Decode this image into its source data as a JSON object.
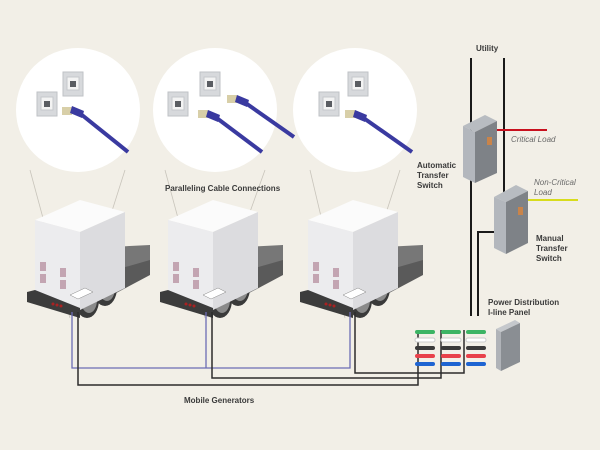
{
  "diagram": {
    "title": "Mobile generator paralleling setup",
    "labels": {
      "utility": "Utility",
      "paralleling": "Paralleling Cable Connections",
      "ats": [
        "Automatic",
        "Transfer",
        "Switch"
      ],
      "mts": [
        "Manual",
        "Transfer",
        "Switch"
      ],
      "pdp": [
        "Power Distribution",
        "I-line Panel"
      ],
      "mobile_generators": "Mobile Generators",
      "critical_load": "Critical Load",
      "non_critical_load": [
        "Non-Critical",
        "Load"
      ]
    },
    "colors": {
      "background": "#f2efe7",
      "critical_line": "#c8101e",
      "non_critical_line": "#d8dc1c",
      "paralleling_cable": "#3a3aa0",
      "power_cable": "#2c2c2c",
      "connector_colors": [
        "#3cb464",
        "#ffffff",
        "#3a3a3a",
        "#e8414b",
        "#1e64d2"
      ]
    },
    "generators_count": 3,
    "connector_groups": 3
  }
}
